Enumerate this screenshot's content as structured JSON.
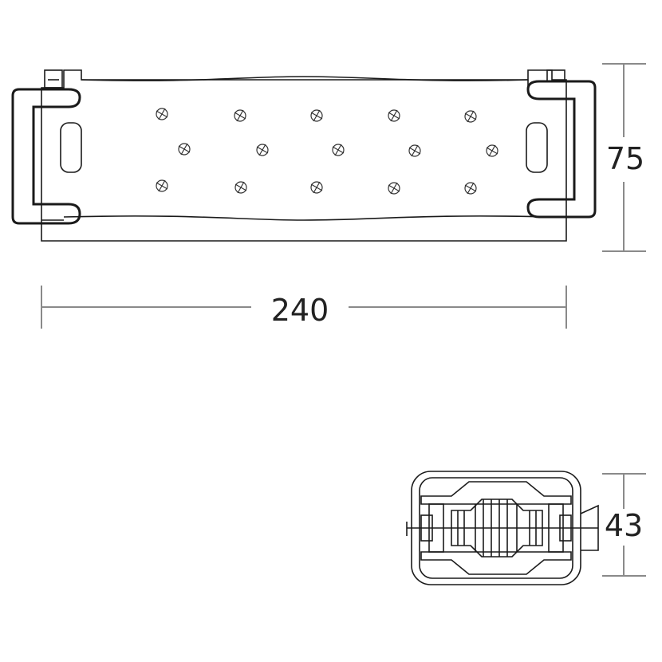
{
  "dimensions": {
    "width_label": "240",
    "height_label": "75",
    "depth_label": "43"
  },
  "colors": {
    "outline": "#1a1a1a",
    "dimension_line": "#8a8a8a",
    "text": "#222222"
  }
}
